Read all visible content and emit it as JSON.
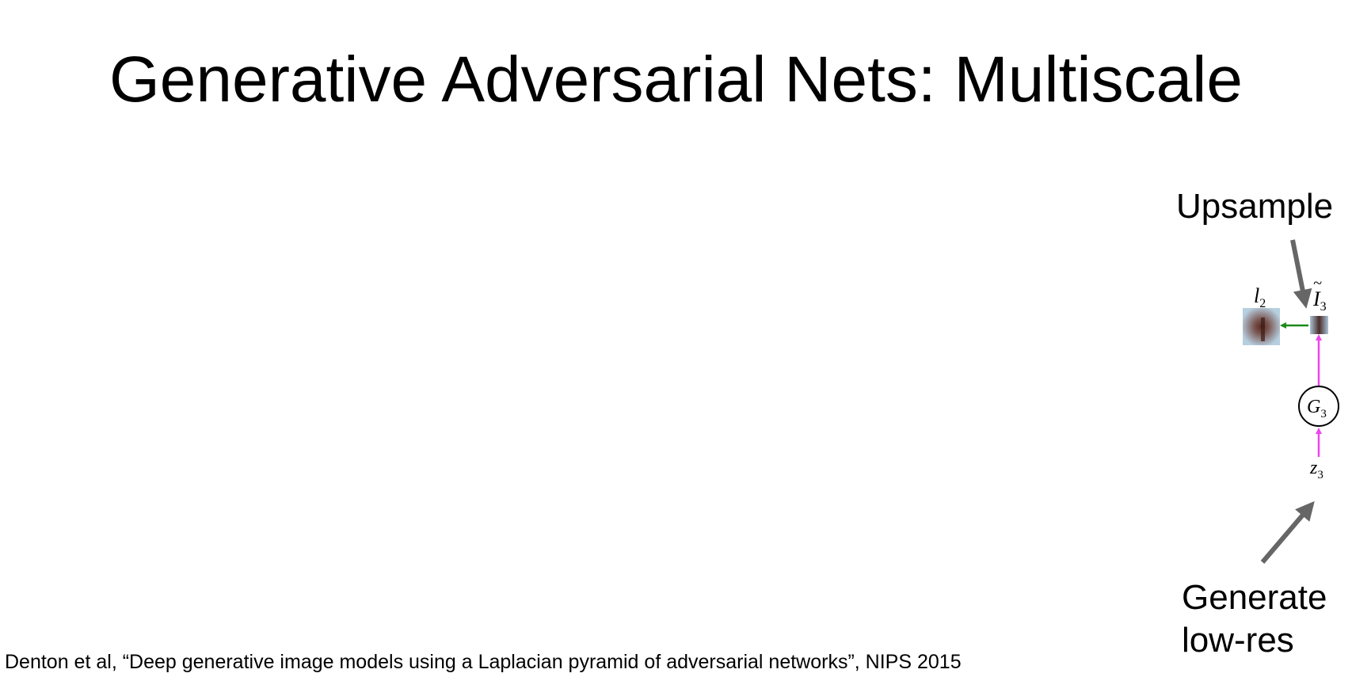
{
  "slide": {
    "title": "Generative Adversarial Nets: Multiscale",
    "citation": "Denton et al, “Deep generative image models using a Laplacian pyramid of adversarial networks”, NIPS 2015"
  },
  "callouts": {
    "upsample": "Upsample",
    "generate_line1": "Generate",
    "generate_line2": "low-res"
  },
  "diagram": {
    "l_symbol": "l",
    "l_sub": "2",
    "i_symbol": "I",
    "i_tilde": "~",
    "i_sub": "3",
    "g_symbol": "G",
    "g_sub": "3",
    "z_symbol": "z",
    "z_sub": "3",
    "colors": {
      "upsample_arrow": "#1a8a1a",
      "generator_arrow": "#ee44ee",
      "callout_arrow": "#666666"
    }
  }
}
